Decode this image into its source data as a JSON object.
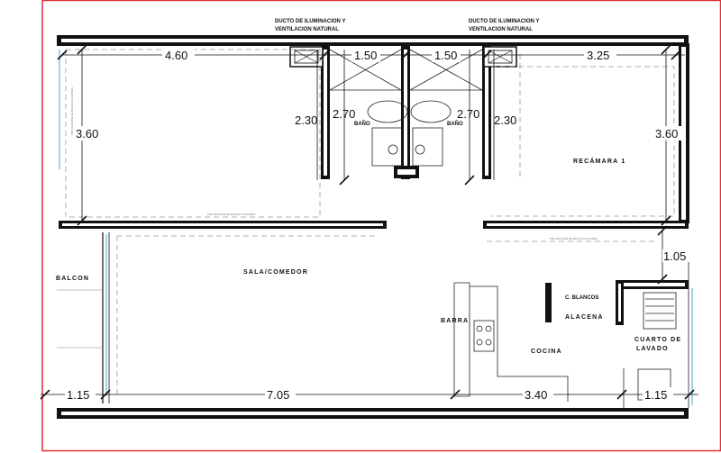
{
  "colors": {
    "wall": "#111111",
    "border": "#e0303a",
    "glass": "#9fd3e6",
    "dashed": "#999999"
  },
  "ducts": {
    "left": {
      "line1": "DUCTO DE ILUMINACION Y",
      "line2": "VENTILACION NATURAL"
    },
    "right": {
      "line1": "DUCTO DE ILUMINACION Y",
      "line2": "VENTILACION NATURAL"
    }
  },
  "dimensions": {
    "top_left_width": "4.60",
    "bath1_width": "1.50",
    "bath2_width": "1.50",
    "top_right_width": "3.25",
    "left_height": "3.60",
    "right_height": "3.60",
    "bath1_wall": "2.30",
    "bath1_height": "2.70",
    "bath2_height": "2.70",
    "bath2_wall": "2.30",
    "hall_gap": "1.05",
    "bottom_balcony": "1.15",
    "bottom_living": "7.05",
    "bottom_kitchen": "3.40",
    "bottom_laundry": "1.15"
  },
  "rooms": {
    "bath1": "BAÑO",
    "bath2": "BAÑO",
    "bedroom": "RECÁMARA 1",
    "balcony": "BALCON",
    "living": "SALA/COMEDOR",
    "bar": "BARRA",
    "linens": "C. BLANCOS",
    "pantry": "ALACENA",
    "kitchen": "COCINA",
    "laundry_line1": "CUARTO DE",
    "laundry_line2": "LAVADO"
  },
  "notes": {
    "slab_left": "PROYECCIÓN DE BALDO PLAFONES",
    "slab_right": "PROYECCIÓN DE BALDO PLAFONES",
    "slab_vertical": "PROYECCIÓN DE BALDO PLAFONES"
  }
}
